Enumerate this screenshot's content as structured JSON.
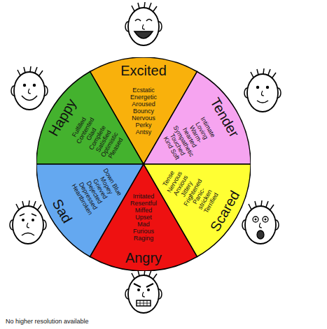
{
  "diagram": {
    "caption": "No higher resolution available",
    "nodes": [
      {
        "text": [
          "Excited",
          "Ecstatic Energetic Aroused Bouncy Nervous Perky Antsy"
        ]
      },
      {
        "text": [
          "Happy",
          "Fulfilled Contented Glad Complete Satisfied Optimistic Pleased"
        ]
      },
      {
        "text": [
          "Tender",
          "Intimate Loving Warm-hearted Sympathetic Touched Kind Soft"
        ]
      },
      {
        "text": [
          "Sad",
          "Down Blue Mopey Grieved Dejected Depressed Heartbroken"
        ]
      },
      {
        "text": [
          "Scared",
          "Tense Nervous Anxious Jittery Frightened Panic-stricken Terrified"
        ]
      },
      {
        "text": [
          "Angry",
          "Irritated Resentful Miffed Upset Mad Furious Raging"
        ]
      }
    ]
  }
}
